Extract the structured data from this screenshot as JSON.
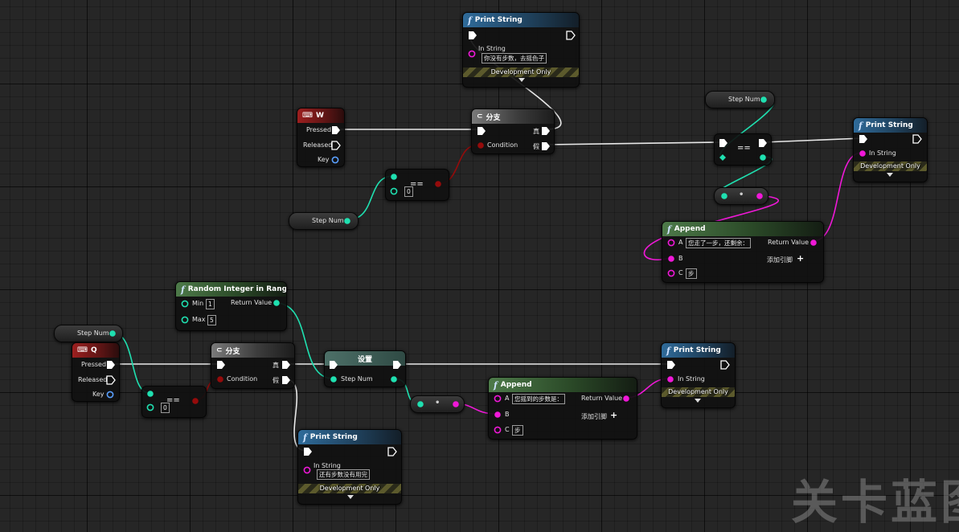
{
  "watermark": "关卡蓝图",
  "upper": {
    "print_top": {
      "title": "Print String",
      "in_label": "In String",
      "in_value": "你没有步数，去摇色子",
      "dev": "Development Only"
    },
    "key_w": {
      "title": "W",
      "pressed": "Pressed",
      "released": "Released",
      "key": "Key"
    },
    "branch": {
      "title": "分支",
      "true_label": "真",
      "false_label": "假",
      "condition": "Condition"
    },
    "equal_zero": {
      "op": "==",
      "value": "0"
    },
    "stepnum_get": {
      "label": "Step Num"
    },
    "stepnum_top": {
      "label": "Step Num"
    },
    "equal_int": {
      "op": "=="
    },
    "convert": {
      "op": "•"
    },
    "print_right": {
      "title": "Print String",
      "in_label": "In String",
      "dev": "Development Only"
    },
    "append": {
      "title": "Append",
      "a_label": "A",
      "a_value": "您走了一步，还剩余：",
      "b_label": "B",
      "c_label": "C",
      "c_value": "步",
      "return_label": "Return Value",
      "add_pin": "添加引脚"
    }
  },
  "lower": {
    "random": {
      "title": "Random Integer in Range",
      "min_label": "Min",
      "min_value": "1",
      "max_label": "Max",
      "max_value": "5",
      "return_label": "Return Value"
    },
    "stepnum_get": {
      "label": "Step Num"
    },
    "key_q": {
      "title": "Q",
      "pressed": "Pressed",
      "released": "Released",
      "key": "Key"
    },
    "equal_zero": {
      "op": "==",
      "value": "0"
    },
    "branch": {
      "title": "分支",
      "true_label": "真",
      "false_label": "假",
      "condition": "Condition"
    },
    "set": {
      "title": "设置",
      "pin_label": "Step Num"
    },
    "convert": {
      "op": "•"
    },
    "append": {
      "title": "Append",
      "a_label": "A",
      "a_value": "您摇到的步数是：",
      "b_label": "B",
      "c_label": "C",
      "c_value": "步",
      "return_label": "Return Value",
      "add_pin": "添加引脚"
    },
    "print_right": {
      "title": "Print String",
      "in_label": "In String",
      "dev": "Development Only"
    },
    "print_bottom": {
      "title": "Print String",
      "in_label": "In String",
      "in_value": "还有步数没有用完",
      "dev": "Development Only"
    }
  },
  "colors": {
    "exec": "#ffffff",
    "int": "#1fe0b0",
    "bool": "#950b0b",
    "string": "#f018d8",
    "key": "#5aa0ff"
  }
}
